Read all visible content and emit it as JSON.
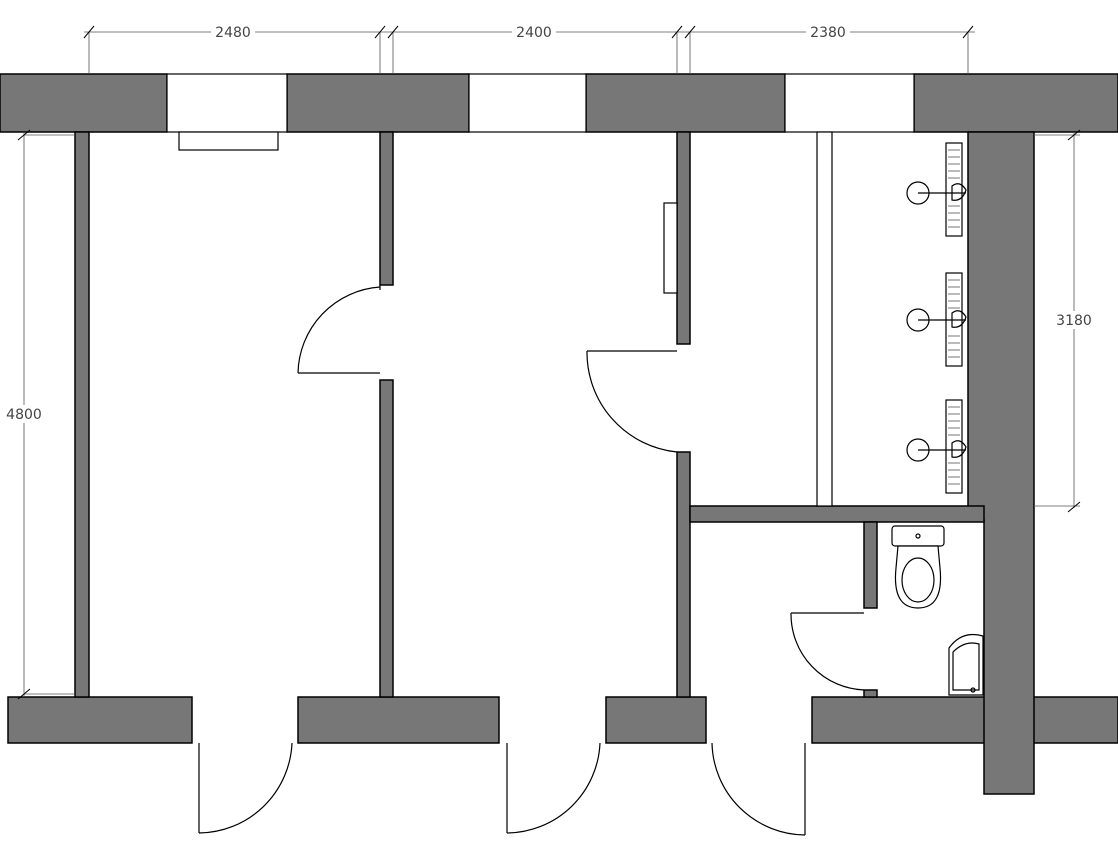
{
  "dimensions": {
    "top_1": "2480",
    "top_2": "2400",
    "top_3": "2380",
    "left_height": "4800",
    "right_height": "3180"
  },
  "colors": {
    "wall": "#777777",
    "line": "#000000",
    "background": "#ffffff"
  }
}
